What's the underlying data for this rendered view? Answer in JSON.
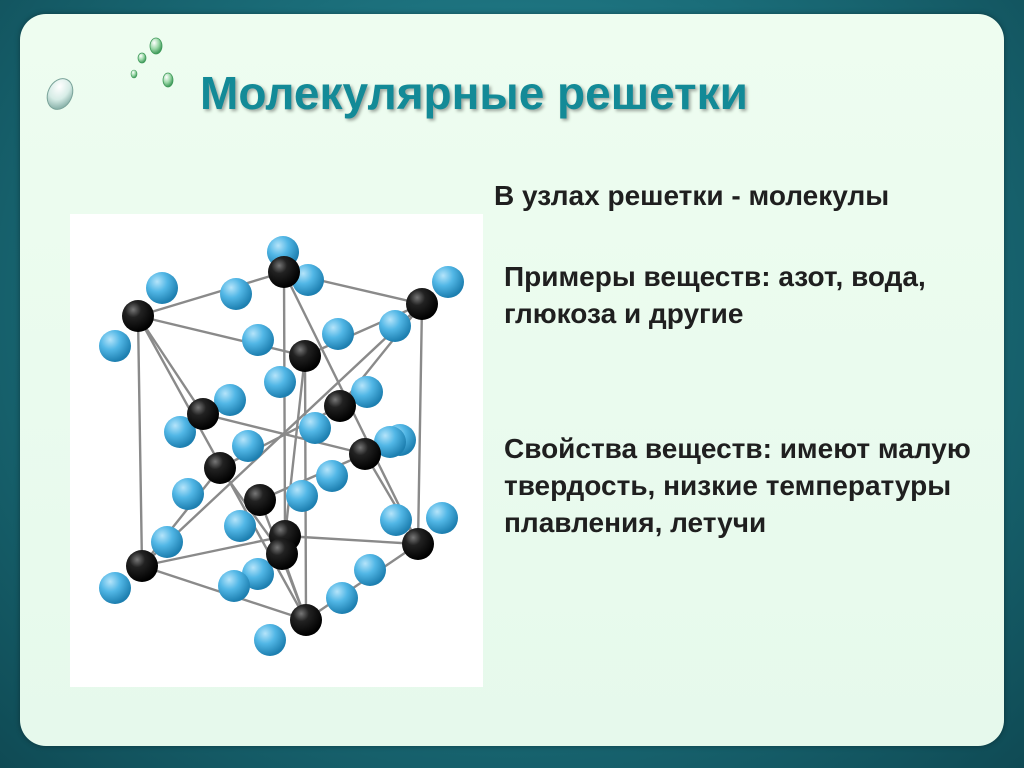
{
  "slide": {
    "title": "Молекулярные решетки",
    "subtitle": "В узлах решетки - молекулы",
    "examples": "Примеры веществ: азот, вода, глюкоза и другие",
    "properties": "Свойства веществ: имеют малую твердость, низкие температуры плавления, летучи"
  },
  "colors": {
    "title": "#138a97",
    "frame": "#1a6c78",
    "slide_bg": "#eafbef",
    "text": "#1f1f1f",
    "atom_blue": "#4fb6e6",
    "atom_black": "#111111"
  },
  "image": {
    "icon": "molecular-lattice-model-icon"
  }
}
